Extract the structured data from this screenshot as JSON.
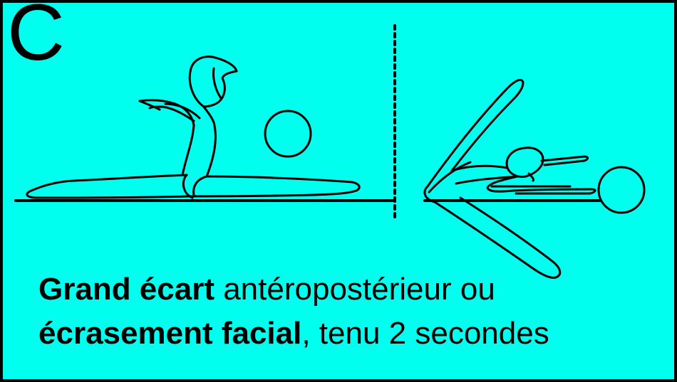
{
  "card": {
    "letter": "C",
    "background": "#00ffee",
    "ink": "#000000"
  },
  "figures": [
    {
      "icon": "gymnast-split-with-ball-icon",
      "pose": "front split (grand écart)"
    },
    {
      "icon": "gymnast-facial-split-with-ball-icon",
      "pose": "facial split (écrasement facial)"
    }
  ],
  "caption": {
    "line1_bold": "Grand écart",
    "line1_rest": " antéropostérieur ou",
    "line2_bold": "écrasement facial",
    "line2_rest": ", tenu 2 secondes"
  }
}
